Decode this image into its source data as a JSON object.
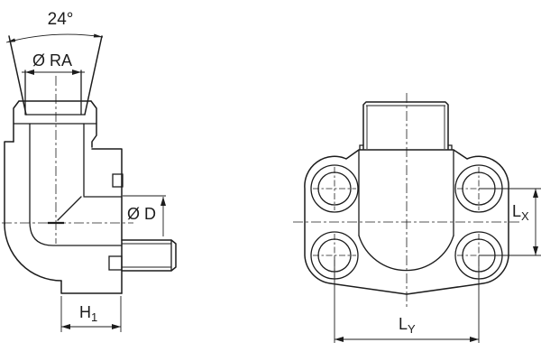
{
  "colors": {
    "line": "#1c1c1c",
    "background": "#ffffff"
  },
  "left_view": {
    "angle_label": "24°",
    "flare_diameter_label": "Ø RA",
    "stub_diameter_label": "Ø D",
    "height_label": {
      "base": "H",
      "sub": "1"
    }
  },
  "right_view": {
    "bolt_spacing_vertical_label": {
      "base": "L",
      "sub": "X"
    },
    "bolt_spacing_horizontal_label": {
      "base": "L",
      "sub": "Y"
    }
  }
}
